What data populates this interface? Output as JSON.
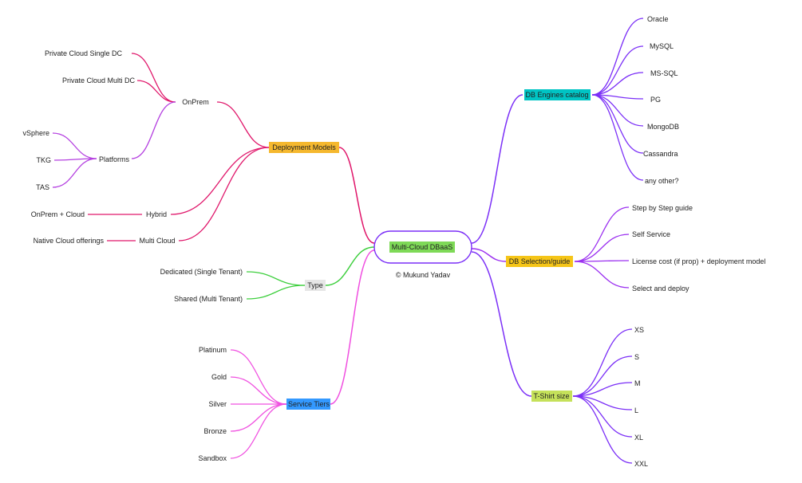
{
  "central": {
    "label": "Multi-Cloud DBaaS",
    "copyright": "© Mukund Yadav",
    "color": "#7b2ff7",
    "fill": "#7ed957"
  },
  "branches": [
    {
      "label": "DB Engines catalog",
      "color": "#7b2ff7",
      "fill": "#00c4c4",
      "children": [
        {
          "label": "Oracle"
        },
        {
          "label": "MySQL"
        },
        {
          "label": "MS-SQL"
        },
        {
          "label": "PG"
        },
        {
          "label": "MongoDB"
        },
        {
          "label": "Cassandra"
        },
        {
          "label": "any other?"
        }
      ]
    },
    {
      "label": "DB Selection/guide",
      "color": "#9b30f0",
      "fill": "#f5c518",
      "children": [
        {
          "label": "Step by Step guide"
        },
        {
          "label": "Self Service"
        },
        {
          "label": "License cost (if prop) + deployment model"
        },
        {
          "label": "Select and deploy"
        }
      ]
    },
    {
      "label": "T-Shirt size",
      "color": "#7b2ff7",
      "fill": "#c5e15a",
      "children": [
        {
          "label": "XS"
        },
        {
          "label": "S"
        },
        {
          "label": "M"
        },
        {
          "label": "L"
        },
        {
          "label": "XL"
        },
        {
          "label": "XXL"
        }
      ]
    },
    {
      "label": "Deployment Models",
      "color": "#e0176b",
      "fill": "#f5b82e",
      "children": [
        {
          "label": "OnPrem",
          "color": "#b43fe0",
          "children": [
            {
              "label": "Private Cloud Single DC",
              "color": "#e0176b"
            },
            {
              "label": "Private Cloud Multi DC",
              "color": "#e0176b"
            },
            {
              "label": "Platforms",
              "color": "#b43fe0",
              "children": [
                {
                  "label": "vSphere"
                },
                {
                  "label": "TKG"
                },
                {
                  "label": "TAS"
                }
              ]
            }
          ]
        },
        {
          "label": "Hybrid",
          "color": "#e0176b",
          "children": [
            {
              "label": "OnPrem + Cloud"
            }
          ]
        },
        {
          "label": "Multi Cloud",
          "color": "#e0176b",
          "children": [
            {
              "label": "Native Cloud offerings"
            }
          ]
        }
      ]
    },
    {
      "label": "Type",
      "color": "#3ecf3e",
      "fill": "#e6e6e6",
      "children": [
        {
          "label": "Dedicated (Single Tenant)"
        },
        {
          "label": "Shared (Multi Tenant)"
        }
      ]
    },
    {
      "label": "Service Tiers",
      "color": "#f050e0",
      "fill": "#3399ff",
      "children": [
        {
          "label": "Platinum"
        },
        {
          "label": "Gold"
        },
        {
          "label": "Silver"
        },
        {
          "label": "Bronze"
        },
        {
          "label": "Sandbox"
        }
      ]
    }
  ]
}
